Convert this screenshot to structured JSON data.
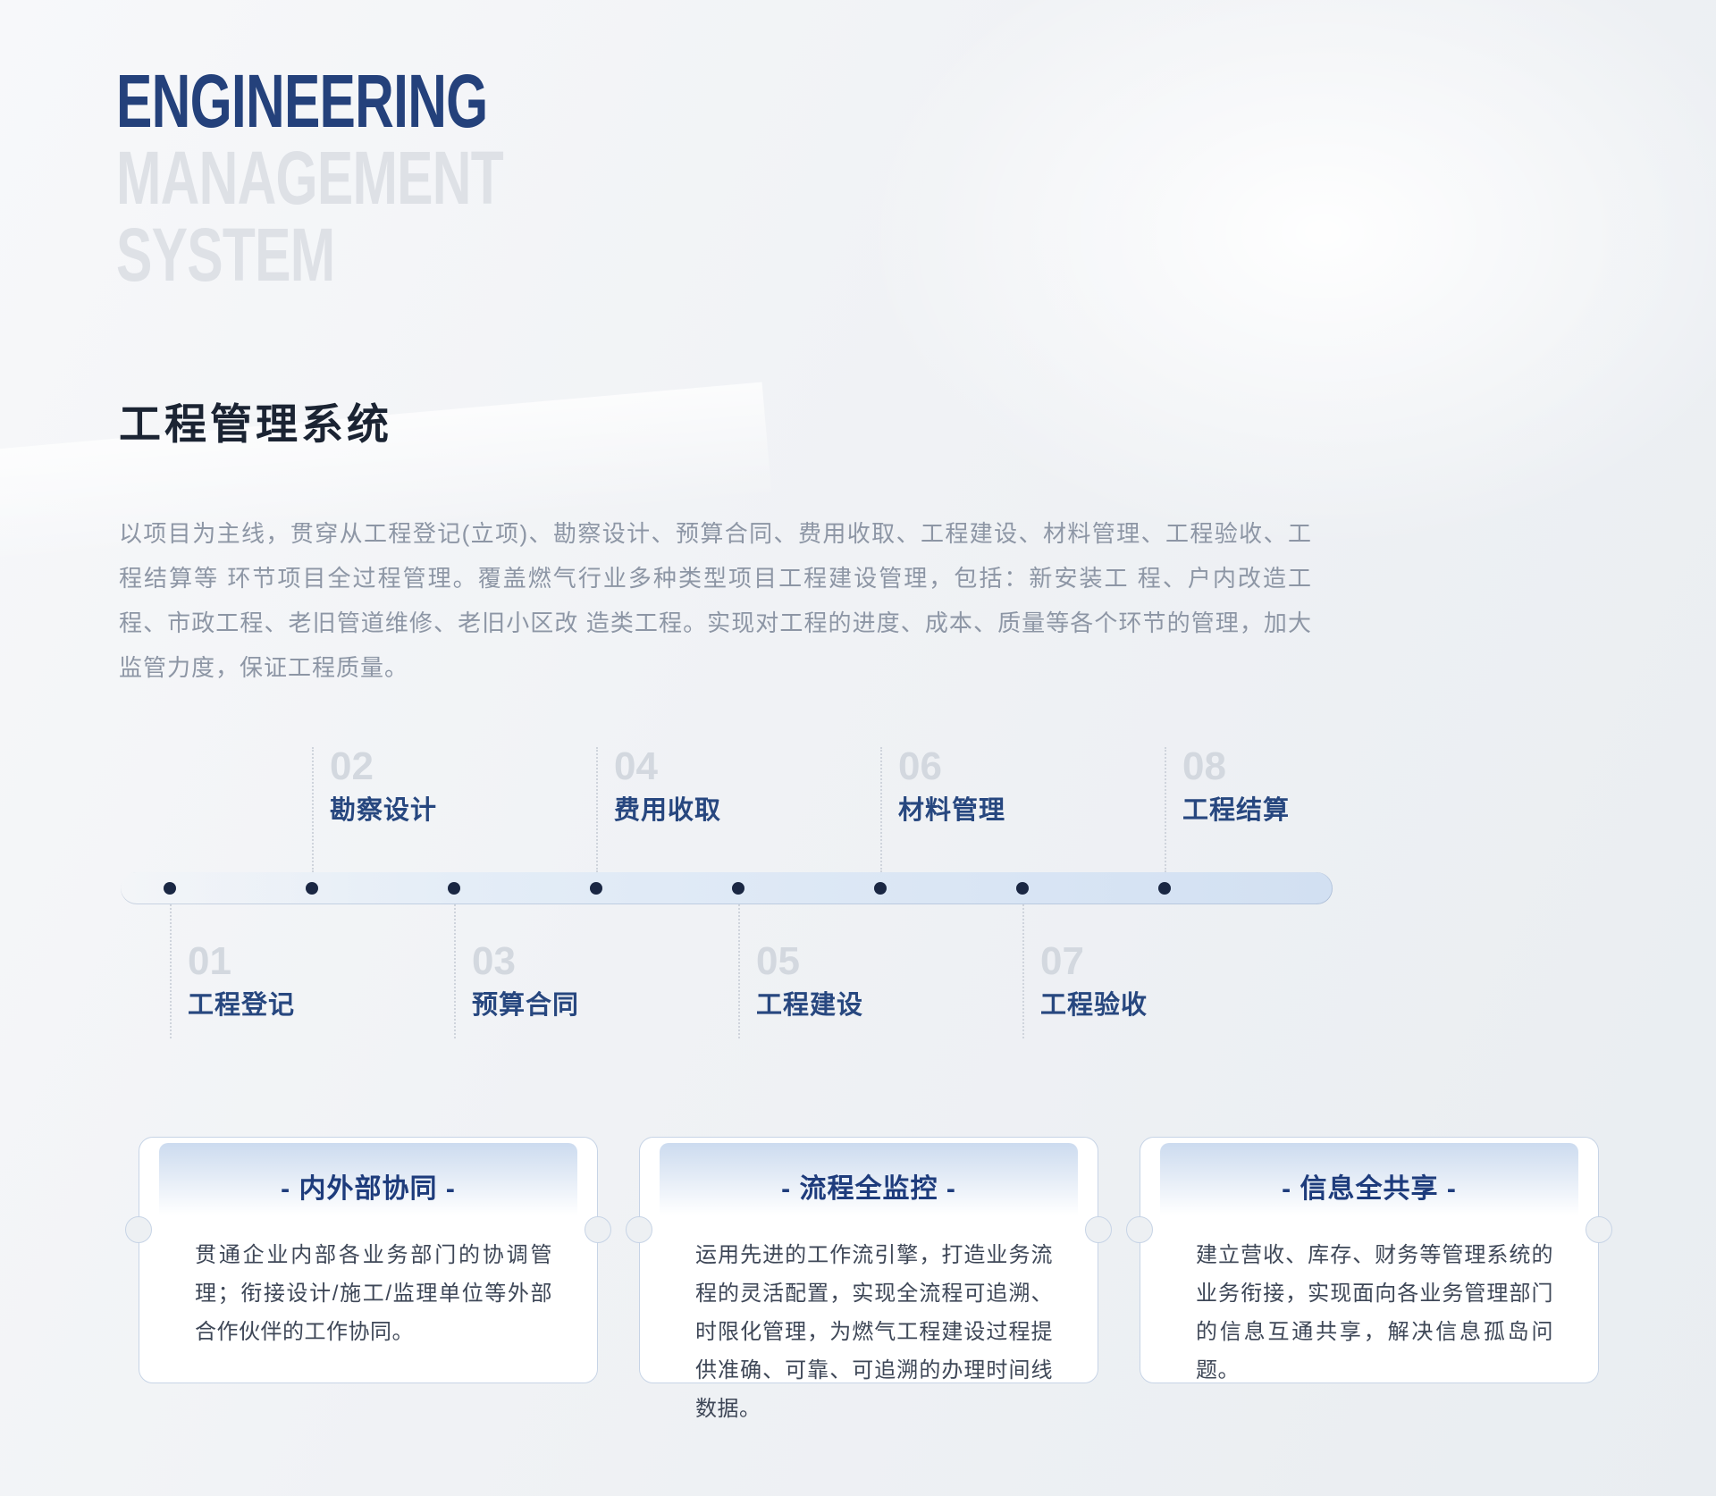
{
  "hero": {
    "line1": "ENGINEERING",
    "line2": "MANAGEMENT",
    "line3": "SYSTEM"
  },
  "heading": "工程管理系统",
  "intro": "以项目为主线，贯穿从工程登记(立项)、勘察设计、预算合同、费用收取、工程建设、材料管理、工程验收、工程结算等 环节项目全过程管理。覆盖燃气行业多种类型项目工程建设管理，包括：新安装工 程、户内改造工程、市政工程、老旧管道维修、老旧小区改 造类工程。实现对工程的进度、成本、质量等各个环节的管理，加大监管力度，保证工程质量。",
  "timeline": {
    "steps": [
      {
        "num": "01",
        "label": "工程登记",
        "side": "below"
      },
      {
        "num": "02",
        "label": "勘察设计",
        "side": "above"
      },
      {
        "num": "03",
        "label": "预算合同",
        "side": "below"
      },
      {
        "num": "04",
        "label": "费用收取",
        "side": "above"
      },
      {
        "num": "05",
        "label": "工程建设",
        "side": "below"
      },
      {
        "num": "06",
        "label": "材料管理",
        "side": "above"
      },
      {
        "num": "07",
        "label": "工程验收",
        "side": "below"
      },
      {
        "num": "08",
        "label": "工程结算",
        "side": "above"
      }
    ]
  },
  "cards": [
    {
      "title": "- 内外部协同 -",
      "body": "贯通企业内部各业务部门的协调管理；衔接设计/施工/监理单位等外部合作伙伴的工作协同。"
    },
    {
      "title": "- 流程全监控 -",
      "body": "运用先进的工作流引擎，打造业务流程的灵活配置，实现全流程可追溯、时限化管理，为燃气工程建设过程提供准确、可靠、可追溯的办理时间线数据。"
    },
    {
      "title": "- 信息全共享 -",
      "body": "建立营收、库存、财务等管理系统的业务衔接，实现面向各业务管理部门的信息互通共享，解决信息孤岛问题。"
    }
  ],
  "colors": {
    "accent_blue": "#24417b",
    "hero_gray": "#dee1e6",
    "heading_dark": "#1b2433",
    "intro_gray": "#8d96a5",
    "step_number_gray": "#d3d8df",
    "step_label_blue": "#27477f",
    "timeline_dot_navy": "#1a2743",
    "timeline_bar_blue": "#d2e0f2",
    "card_border": "#c7d4e6",
    "card_title_blue": "#1e3c7c",
    "card_body_gray": "#3e4757",
    "card_header_blue": "#ccdbef"
  }
}
